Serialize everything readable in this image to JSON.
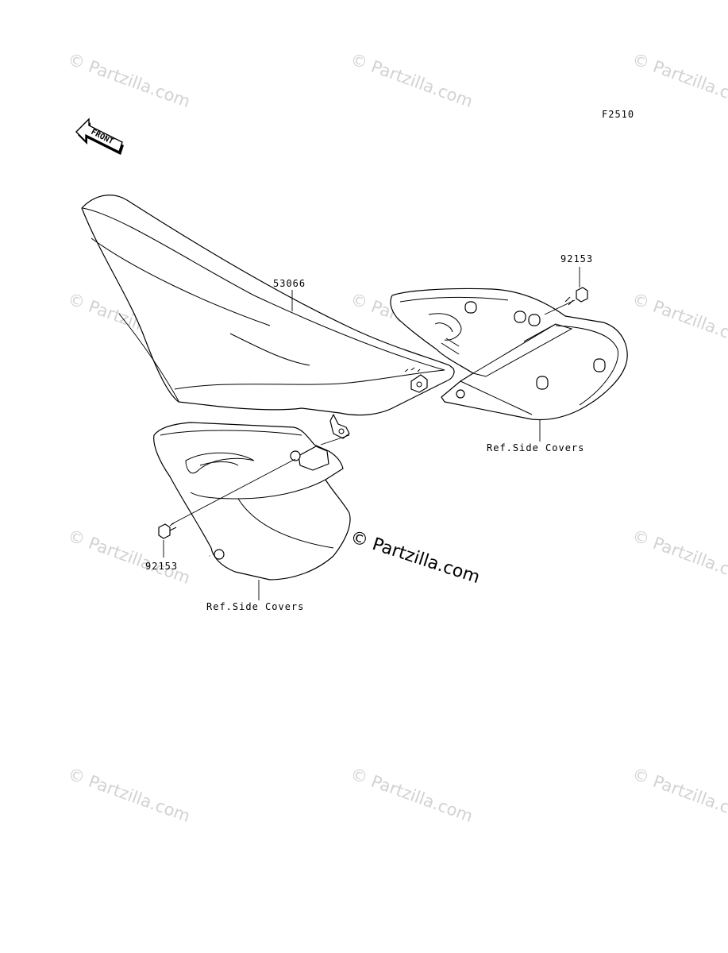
{
  "figure_code": "F2510",
  "orientation_label": "FRONT",
  "watermark_text": "© Partzilla.com",
  "brand_mark": "© Partzilla.com",
  "callouts": {
    "seat": "53066",
    "bolt_upper": "92153",
    "bolt_lower": "92153",
    "ref_upper": "Ref.Side Covers",
    "ref_lower": "Ref.Side Covers"
  },
  "colors": {
    "line": "#000000",
    "watermark": "#d2d2d2",
    "background": "#ffffff"
  }
}
